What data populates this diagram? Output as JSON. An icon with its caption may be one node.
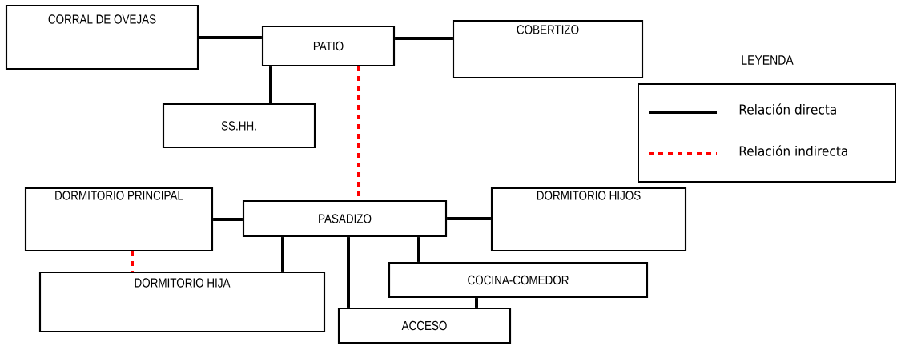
{
  "diagram": {
    "nodes": [
      {
        "text": [
          "CORRAL DE OVEJAS"
        ]
      },
      {
        "text": [
          "PATIO"
        ]
      },
      {
        "text": [
          "COBERTIZO"
        ]
      },
      {
        "text": [
          "SS.HH."
        ]
      },
      {
        "text": [
          "DORMITORIO PRINCIPAL"
        ]
      },
      {
        "text": [
          "PASADIZO"
        ]
      },
      {
        "text": [
          "DORMITORIO HIJOS"
        ]
      },
      {
        "text": [
          "DORMITORIO HIJA"
        ]
      },
      {
        "text": [
          "COCINA-COMEDOR"
        ]
      },
      {
        "text": [
          "ACCESO"
        ]
      }
    ],
    "edges": [
      {
        "from": 0,
        "to": 1,
        "arrow": "none"
      },
      {
        "from": 1,
        "to": 2,
        "arrow": "none"
      },
      {
        "from": 1,
        "to": 3,
        "arrow": "none"
      },
      {
        "from": 1,
        "to": 5,
        "arrow": "none",
        "style": "dashed",
        "color": "#ff0000"
      },
      {
        "from": 4,
        "to": 5,
        "arrow": "none"
      },
      {
        "from": 5,
        "to": 6,
        "arrow": "none"
      },
      {
        "from": 4,
        "to": 7,
        "arrow": "none",
        "style": "dashed",
        "color": "#ff0000"
      },
      {
        "from": 5,
        "to": 7,
        "arrow": "none"
      },
      {
        "from": 5,
        "to": 9,
        "arrow": "none"
      },
      {
        "from": 5,
        "to": 8,
        "arrow": "none"
      },
      {
        "from": 8,
        "to": 9,
        "arrow": "none"
      }
    ],
    "labels": [
      "LEYENDA"
    ],
    "legend": [
      {
        "text": "Relación directa"
      },
      {
        "text": "Relación indirecta"
      }
    ]
  }
}
